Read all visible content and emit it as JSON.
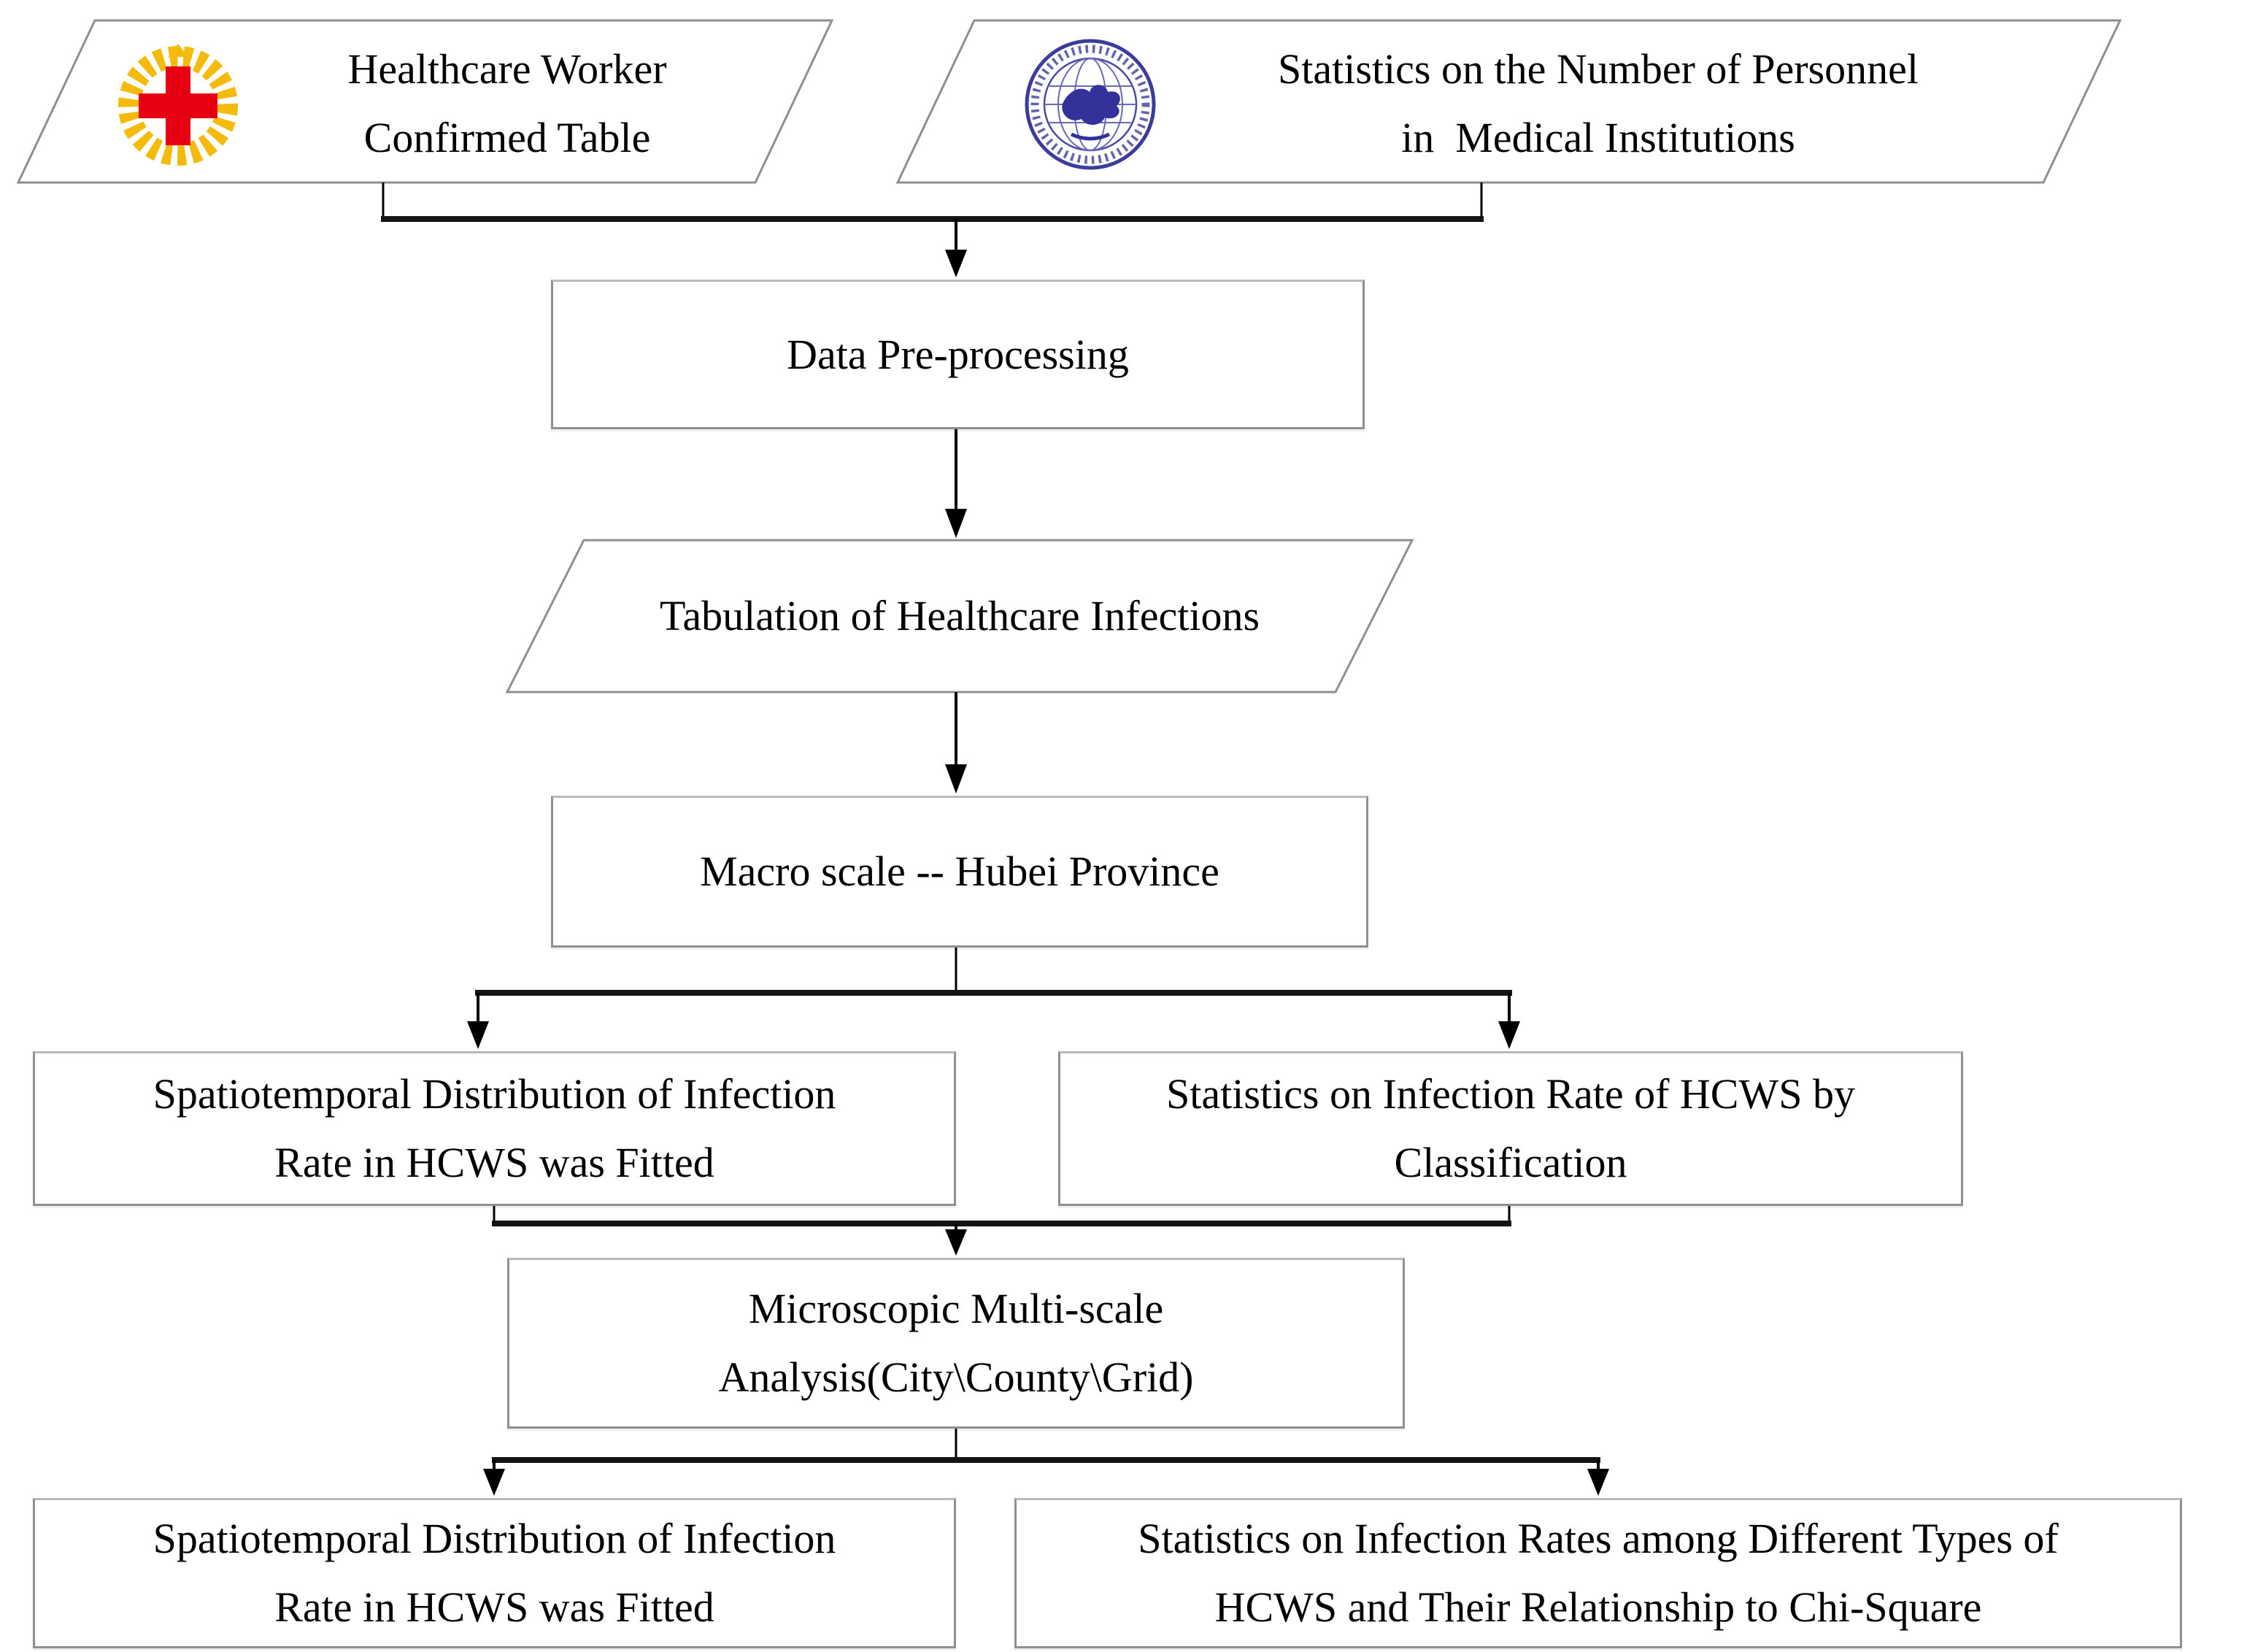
{
  "diagram": {
    "type": "flowchart",
    "colors": {
      "background": "#ffffff",
      "box_border": "#8f8f8f",
      "connector": "#000000",
      "merge_bar": "#141414",
      "cross_red": "#e60012",
      "wreath_gold": "#f5bb0c",
      "seal_blue": "#3c3c9c"
    },
    "icons": {
      "source_left": "red-cross-wreath-icon",
      "source_right": "health-commission-seal-icon"
    },
    "nodes": {
      "source_left": {
        "shape": "parallelogram",
        "lines": [
          "Healthcare Worker",
          "Confirmed Table"
        ]
      },
      "source_right": {
        "shape": "parallelogram",
        "lines": [
          "Statistics on the Number of Personnel",
          "in  Medical Institutions"
        ]
      },
      "preprocess": {
        "shape": "rectangle",
        "lines": [
          "Data Pre-processing"
        ]
      },
      "tabulation": {
        "shape": "parallelogram",
        "lines": [
          "Tabulation of Healthcare Infections"
        ]
      },
      "macro": {
        "shape": "rectangle",
        "lines": [
          "Macro scale -- Hubei Province"
        ]
      },
      "macro_left": {
        "shape": "rectangle",
        "lines": [
          "Spatiotemporal Distribution of Infection",
          "Rate in HCWS was Fitted"
        ]
      },
      "macro_right": {
        "shape": "rectangle",
        "lines": [
          "Statistics on Infection Rate of HCWS by",
          "Classification"
        ]
      },
      "micro": {
        "shape": "rectangle",
        "lines": [
          "Microscopic Multi-scale",
          "Analysis(City\\County\\Grid)"
        ]
      },
      "micro_left": {
        "shape": "rectangle",
        "lines": [
          "Spatiotemporal Distribution of Infection",
          "Rate in HCWS was Fitted"
        ]
      },
      "micro_right": {
        "shape": "rectangle",
        "lines": [
          "Statistics on Infection Rates among Different Types of",
          "HCWS and Their Relationship to Chi-Square"
        ]
      }
    }
  }
}
